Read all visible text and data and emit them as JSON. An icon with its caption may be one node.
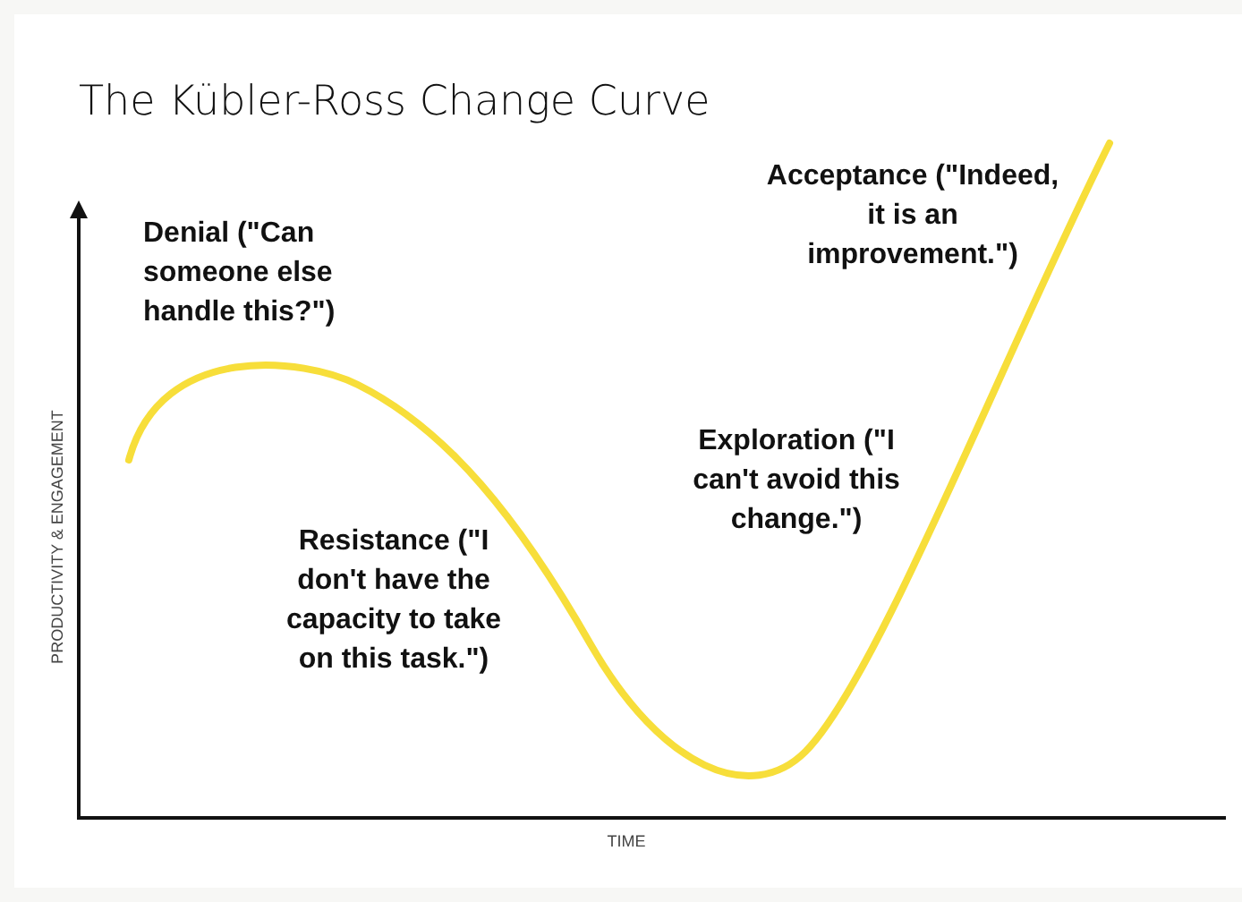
{
  "diagram": {
    "title": "The Kübler-Ross Change Curve",
    "labels": [
      "Acceptance (\"Indeed, it is an improvement.\")",
      "Denial (\"Can someone else handle this?\")",
      "Exploration (\"I can't avoid this change.\")",
      "Resistance (\"I don't have the capacity to take on this task.\")",
      "PRODUCTIVITY & ENGAGEMENT",
      "TIME"
    ]
  }
}
